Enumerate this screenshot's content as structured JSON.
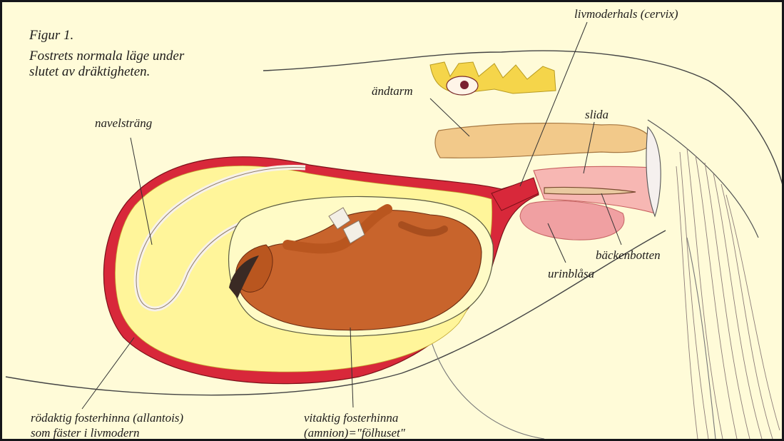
{
  "figure": {
    "number": "Figur 1.",
    "caption_line1": "Fostrets normala läge under",
    "caption_line2": "slutet av dräktigheten."
  },
  "labels": {
    "cervix": "livmoderhals (cervix)",
    "rectum": "ändtarm",
    "umbilical_cord": "navelsträng",
    "vagina": "slida",
    "pelvic_floor": "bäckenbotten",
    "bladder": "urinblåsa",
    "allantois_line1": "rödaktig fosterhinna (allantois)",
    "allantois_line2": "som fäster i livmodern",
    "amnion_line1": "vitaktig fosterhinna",
    "amnion_line2": "(amnion)=\"fölhuset\""
  },
  "colors": {
    "background": "#fffbd8",
    "uterus_wall": "#d8283a",
    "fluid": "#fff59a",
    "foal": "#c8642c",
    "rectum": "#f2c98a",
    "bladder": "#f0a0a2",
    "vertebra": "#f5d54a"
  }
}
